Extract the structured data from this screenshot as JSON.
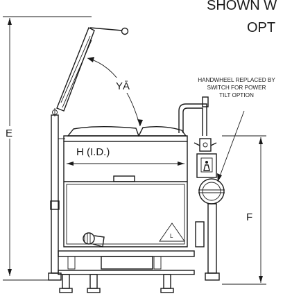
{
  "header": {
    "line1": "SHOWN W",
    "line2": "OPT"
  },
  "dimensions": {
    "e": "E",
    "f": "F",
    "h": "H (I.D.)",
    "lid_angle": "YĀ"
  },
  "note": {
    "line1": "HANDWHEEL REPLACED BY",
    "line2": "SWITCH FOR POWER",
    "line3": "TILT OPTION"
  },
  "warning": {
    "symbol": "L"
  },
  "colors": {
    "line": "#1a1a1a",
    "background": "#ffffff"
  }
}
